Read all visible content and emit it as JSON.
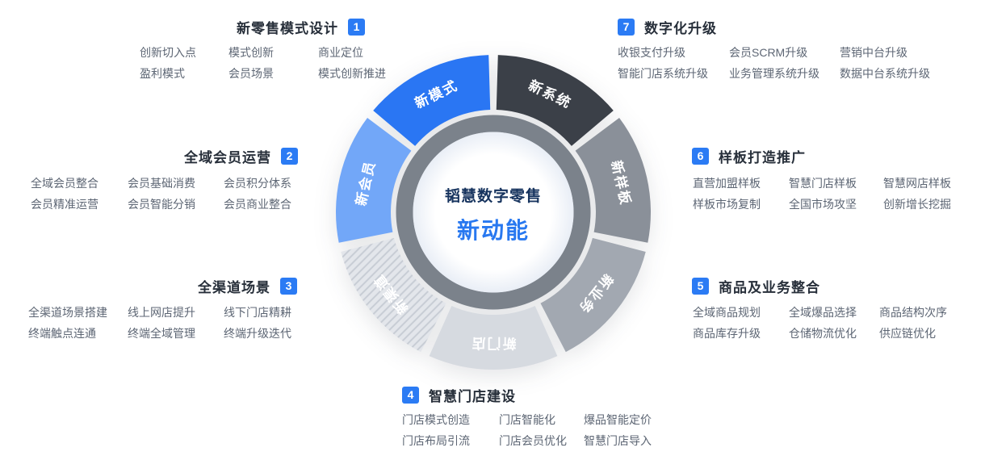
{
  "accent_color": "#2b7bf4",
  "center": {
    "title": "韬慧数字零售",
    "subtitle": "新动能",
    "title_color": "#16335e",
    "subtitle_color": "#2878f0"
  },
  "chart_data": {
    "type": "pie",
    "subtype": "equal-segment-ring",
    "title": "韬慧数字零售 新动能",
    "ring_color": "#7b828b",
    "segments": [
      {
        "label": "新系统",
        "value": 1,
        "color": "#3b4048",
        "text_color": "#ffffff"
      },
      {
        "label": "新样板",
        "value": 1,
        "color": "#8a9099",
        "text_color": "#ffffff"
      },
      {
        "label": "新业务",
        "value": 1,
        "color": "#a2a8b1",
        "text_color": "#ffffff"
      },
      {
        "label": "新门店",
        "value": 1,
        "color": "#d6dae0",
        "text_color": "#ffffff"
      },
      {
        "label": "新渠道",
        "value": 1,
        "color": "#e3e6eb",
        "text_color": "#ffffff",
        "texture": "diagonal-stripes"
      },
      {
        "label": "新会员",
        "value": 1,
        "color": "#72a7f8",
        "text_color": "#ffffff"
      },
      {
        "label": "新模式",
        "value": 1,
        "color": "#2a76f3",
        "text_color": "#ffffff"
      }
    ]
  },
  "sections": [
    {
      "num": "1",
      "title": "新零售模式设计",
      "items": [
        "创新切入点",
        "模式创新",
        "商业定位",
        "盈利模式",
        "会员场景",
        "模式创新推进"
      ]
    },
    {
      "num": "2",
      "title": "全域会员运营",
      "items": [
        "全域会员整合",
        "会员基础消费",
        "会员积分体系",
        "会员精准运营",
        "会员智能分销",
        "会员商业整合"
      ]
    },
    {
      "num": "3",
      "title": "全渠道场景",
      "items": [
        "全渠道场景搭建",
        "线上网店提升",
        "线下门店精耕",
        "终端触点连通",
        "终端全域管理",
        "终端升级迭代"
      ]
    },
    {
      "num": "4",
      "title": "智慧门店建设",
      "items": [
        "门店模式创造",
        "门店智能化",
        "爆品智能定价",
        "门店布局引流",
        "门店会员优化",
        "智慧门店导入"
      ]
    },
    {
      "num": "5",
      "title": "商品及业务整合",
      "items": [
        "全域商品规划",
        "全域爆品选择",
        "商品结构次序",
        "商品库存升级",
        "仓储物流优化",
        "供应链优化"
      ]
    },
    {
      "num": "6",
      "title": "样板打造推广",
      "items": [
        "直营加盟样板",
        "智慧门店样板",
        "智慧网店样板",
        "样板市场复制",
        "全国市场攻坚",
        "创新增长挖掘"
      ]
    },
    {
      "num": "7",
      "title": "数字化升级",
      "items": [
        "收银支付升级",
        "会员SCRM升级",
        "营销中台升级",
        "智能门店系统升级",
        "业务管理系统升级",
        "数据中台系统升级"
      ]
    }
  ]
}
